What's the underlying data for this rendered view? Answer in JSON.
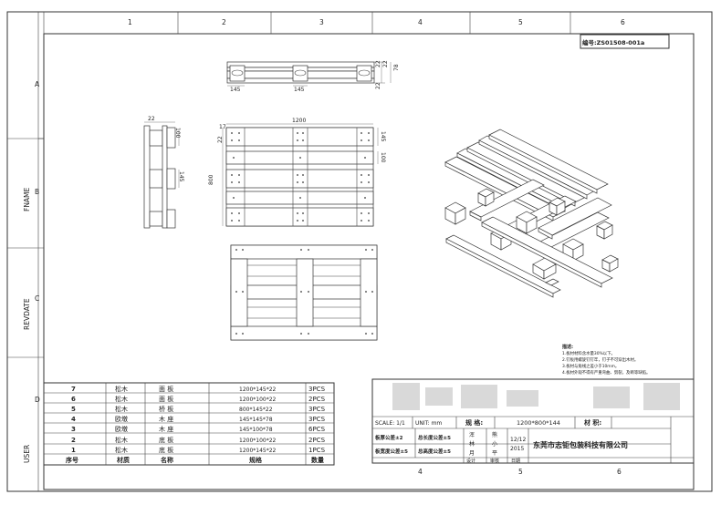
{
  "drawing_number": "编号:ZS01508-001a",
  "column_labels": [
    "1",
    "2",
    "3",
    "4",
    "5",
    "6"
  ],
  "row_labels": [
    "A",
    "B",
    "C",
    "D"
  ],
  "side_labels": [
    "FNAME",
    "REVDATE",
    "USER"
  ],
  "dimensions": {
    "top_22a": "22",
    "top_22b": "22",
    "top_78": "78",
    "top_22c": "22",
    "top_145": "145",
    "top_145b": "145",
    "side_22": "22",
    "side_100": "100",
    "side_145": "145",
    "plan_1200": "1200",
    "plan_17": "17",
    "plan_22": "22",
    "plan_145": "145",
    "plan_100": "100",
    "plan_800": "800"
  },
  "notes": [
    "描述:",
    "1.板材材料含水量30%以下。",
    "2.钉板用螺旋钉钉牢，钉子不可穿出木材。",
    "3.板材与角线之差小于10mm。",
    "4.板材外观不得有严重弯曲、劈裂，及断等缺陷。"
  ],
  "parts_header": {
    "no": "序号",
    "material": "材质",
    "name": "名称",
    "spec": "规格",
    "qty": "数量"
  },
  "parts": [
    {
      "no": "7",
      "material": "松木",
      "name": "面  板",
      "spec": "1200*145*22",
      "qty": "3PCS"
    },
    {
      "no": "6",
      "material": "松木",
      "name": "面  板",
      "spec": "1200*100*22",
      "qty": "2PCS"
    },
    {
      "no": "5",
      "material": "松木",
      "name": "桥  板",
      "spec": "800*145*22",
      "qty": "3PCS"
    },
    {
      "no": "4",
      "material": "欧墩",
      "name": "木  座",
      "spec": "145*145*78",
      "qty": "3PCS"
    },
    {
      "no": "3",
      "material": "欧墩",
      "name": "木  座",
      "spec": "145*100*78",
      "qty": "6PCS"
    },
    {
      "no": "2",
      "material": "松木",
      "name": "底  板",
      "spec": "1200*100*22",
      "qty": "2PCS"
    },
    {
      "no": "1",
      "material": "松木",
      "name": "底  板",
      "spec": "1200*145*22",
      "qty": "1PCS"
    }
  ],
  "title_block": {
    "scale": "SCALE: 1/1",
    "unit": "UNIT: mm",
    "spec_label": "规 格:",
    "spec_value": "1200*800*144",
    "material_label": "材 积:",
    "tol_board": "板厚公差±2",
    "tol_length": "总长度公差±5",
    "tol_width": "板宽度公差±5",
    "tol_height": "总高度公差±5",
    "checker": [
      "浑",
      "林",
      "月"
    ],
    "designer": [
      "熊",
      "小",
      "平"
    ],
    "date": [
      "12/12",
      "2015"
    ],
    "company": "东莞市志钜包装科技有限公司",
    "design_label": "设计",
    "audit_label": "审核",
    "date_label": "日期"
  }
}
